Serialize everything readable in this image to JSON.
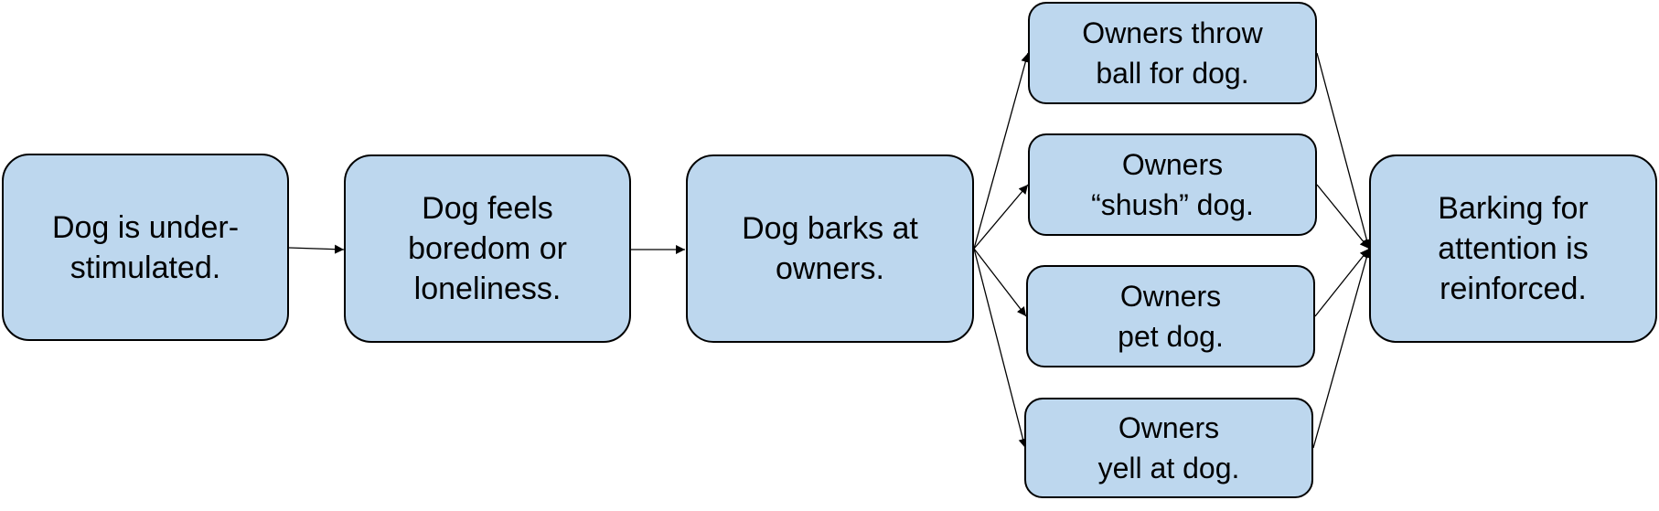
{
  "diagram": {
    "nodes": [
      {
        "id": "understimulated",
        "label": "Dog is under-\nstimulated."
      },
      {
        "id": "boredom",
        "label": "Dog feels\nboredom or\nloneliness."
      },
      {
        "id": "barks",
        "label": "Dog barks at\nowners."
      },
      {
        "id": "throw-ball",
        "label": "Owners throw\nball for dog."
      },
      {
        "id": "shush",
        "label": "Owners\n“shush” dog."
      },
      {
        "id": "pet",
        "label": "Owners\npet dog."
      },
      {
        "id": "yell",
        "label": "Owners\nyell at dog."
      },
      {
        "id": "reinforced",
        "label": "Barking for\nattention is\nreinforced."
      }
    ],
    "edges": [
      {
        "from": "understimulated",
        "to": "boredom"
      },
      {
        "from": "boredom",
        "to": "barks"
      },
      {
        "from": "barks",
        "to": "throw-ball"
      },
      {
        "from": "barks",
        "to": "shush"
      },
      {
        "from": "barks",
        "to": "pet"
      },
      {
        "from": "barks",
        "to": "yell"
      },
      {
        "from": "throw-ball",
        "to": "reinforced"
      },
      {
        "from": "shush",
        "to": "reinforced"
      },
      {
        "from": "pet",
        "to": "reinforced"
      },
      {
        "from": "yell",
        "to": "reinforced"
      }
    ],
    "colors": {
      "node_fill": "#bdd7ee",
      "node_border": "#000000",
      "arrow": "#000000"
    }
  }
}
